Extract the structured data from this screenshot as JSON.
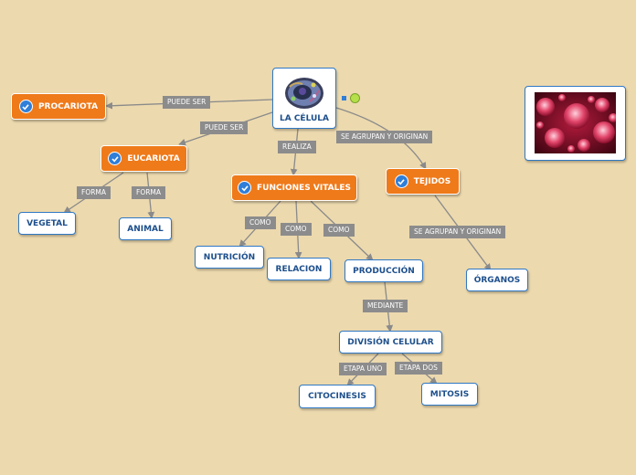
{
  "root": {
    "title": "LA CÉLULA"
  },
  "nodes": {
    "procariota": "PROCARIOTA",
    "eucariota": "EUCARIOTA",
    "vegetal": "VEGETAL",
    "animal": "ANIMAL",
    "funciones": "FUNCIONES VITALES",
    "nutricion": "NUTRICIÓN",
    "relacion": "RELACION",
    "produccion": "PRODUCCIÓN",
    "division": "DIVISIÓN CELULAR",
    "citocinesis": "CITOCINESIS",
    "mitosis": "MITOSIS",
    "tejidos": "TEJIDOS",
    "organos": "ÓRGANOS"
  },
  "labels": {
    "puede_ser_1": "PUEDE SER",
    "puede_ser_2": "PUEDE SER",
    "realiza": "REALIZA",
    "agrupan_1": "SE AGRUPAN Y ORIGINAN",
    "forma_1": "FORMA",
    "forma_2": "FORMA",
    "como_1": "COMO",
    "como_2": "COMO",
    "como_3": "COMO",
    "agrupan_2": "SE AGRUPAN Y ORIGINAN",
    "mediante": "MEDIANTE",
    "etapa_uno": "ETAPA UNO",
    "etapa_dos": "ETAPA DOS"
  },
  "colors": {
    "background": "#ecd9ae",
    "main_topic": "#ef7a1a",
    "subtopic_border": "#2f78c4",
    "connector_label": "#8c8c8c",
    "connector_line": "#8a8a8a"
  },
  "icons": {
    "root_image": "cell-illustration",
    "image_card": "red-blood-cells-photo",
    "topic_marker": "check-circle-icon"
  }
}
